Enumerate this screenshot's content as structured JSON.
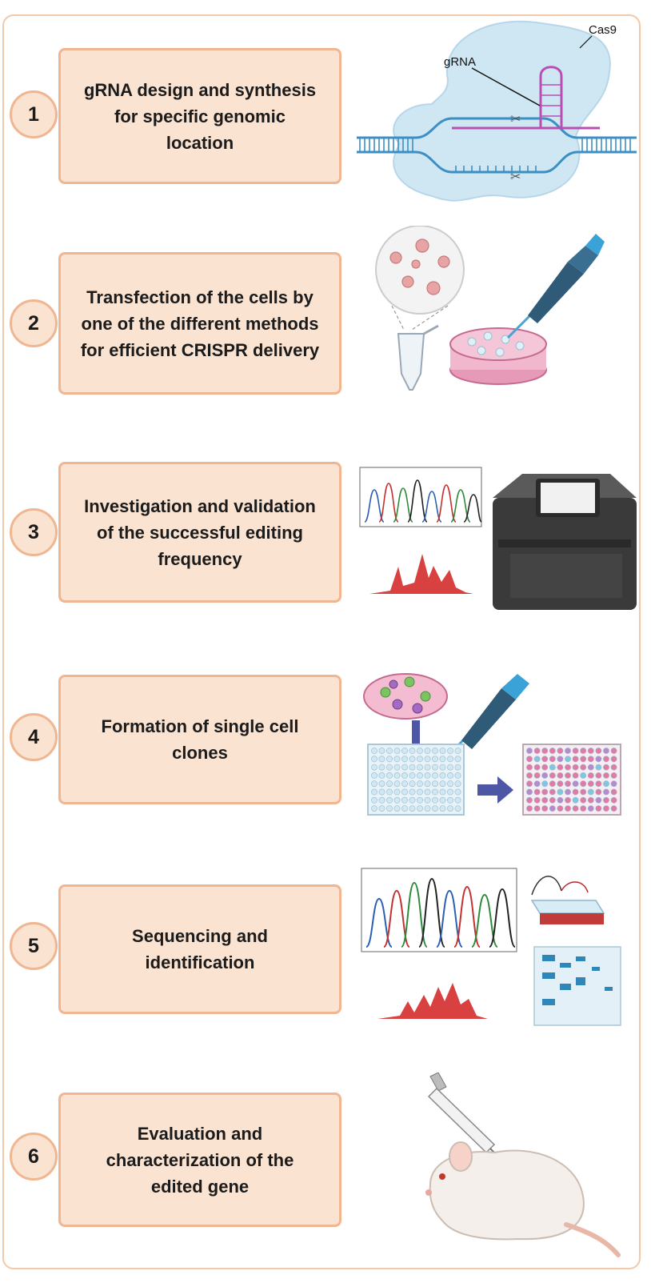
{
  "steps": [
    {
      "num": "1",
      "text": "gRNA design and synthesis for specific genomic location"
    },
    {
      "num": "2",
      "text": "Transfection of the cells by one of the different methods for efficient CRISPR delivery"
    },
    {
      "num": "3",
      "text": "Investigation and validation of the successful editing frequency"
    },
    {
      "num": "4",
      "text": "Formation of single cell clones"
    },
    {
      "num": "5",
      "text": "Sequencing and identification"
    },
    {
      "num": "6",
      "text": "Evaluation and characterization of the edited gene"
    }
  ],
  "labels": {
    "grna": "gRNA",
    "cas9": "Cas9"
  },
  "colors": {
    "box_fill": "#fbe3d2",
    "box_border": "#efb691",
    "dna": "#3b8fc4",
    "grna": "#b94fb3",
    "cas9": "#cfe6f3",
    "peak_red": "#d94040",
    "pipette": "#2f5b78"
  }
}
